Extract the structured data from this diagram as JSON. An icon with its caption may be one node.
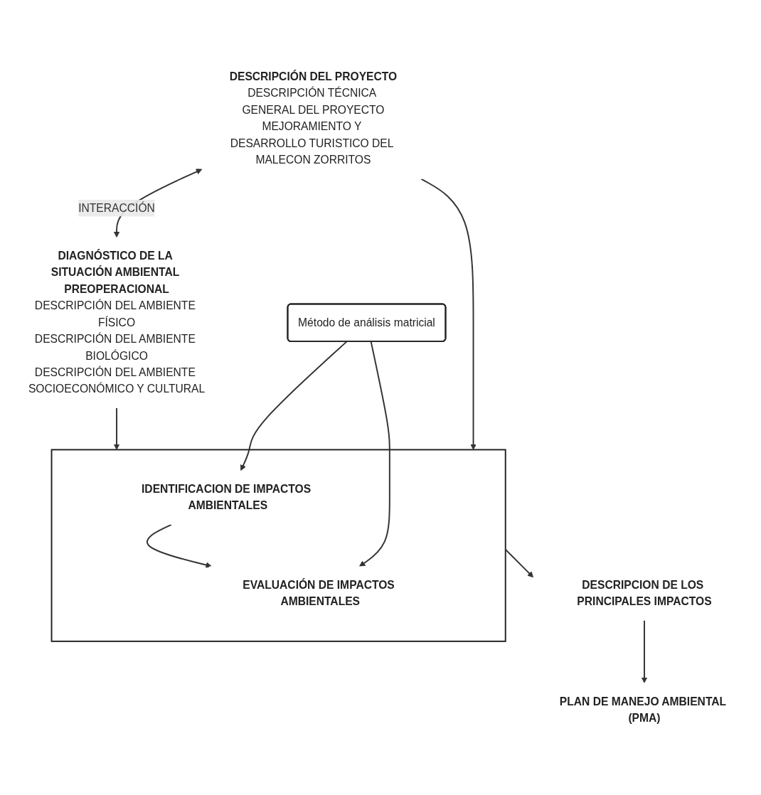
{
  "diagram": {
    "nodes": [
      {
        "text": [
          "DESCRIPCIÓN DEL PROYECTO",
          "DESCRIPCIÓN TÉCNICA GENERAL DEL PROYECTO",
          "MEJORAMIENTO Y DESARROLLO TURISTICO DEL MALECON ZORRITOS"
        ]
      },
      {
        "text": [
          "DIAGNÓSTICO DE LA SITUACIÓN AMBIENTAL PREOPERACIONAL",
          "DESCRIPCIÓN DEL AMBIENTE FÍSICO",
          "DESCRIPCIÓN DEL AMBIENTE BIOLÓGICO",
          "DESCRIPCIÓN DEL AMBIENTE SOCIOECONÓMICO Y CULTURAL"
        ]
      },
      {
        "text": [],
        "shape": "box"
      },
      {
        "text": [
          "IDENTIFICACION DE IMPACTOS AMBIENTALES"
        ],
        "in": 2
      },
      {
        "text": [
          "EVALUACIÓN DE IMPACTOS AMBIENTALES"
        ],
        "in": 2
      },
      {
        "text": [
          "Método de análisis matricial"
        ]
      },
      {
        "text": [
          "DESCRIPCION DE LOS PRINCIPALES IMPACTOS"
        ]
      },
      {
        "text": [
          "PLAN DE MANEJO AMBIENTAL (PMA)"
        ]
      }
    ],
    "edges": [
      {
        "from": 0,
        "to": 1,
        "arrow": "both",
        "label": "INTERACCIÓN"
      },
      {
        "from": 0,
        "to": 2,
        "arrow": "to"
      },
      {
        "from": 1,
        "to": 2,
        "arrow": "to"
      },
      {
        "from": 3,
        "to": 4,
        "arrow": "to"
      },
      {
        "from": 5,
        "to": 3,
        "arrow": "to"
      },
      {
        "from": 5,
        "to": 4,
        "arrow": "to"
      },
      {
        "from": 2,
        "to": 6,
        "arrow": "to"
      },
      {
        "from": 6,
        "to": 7,
        "arrow": "to"
      }
    ]
  }
}
